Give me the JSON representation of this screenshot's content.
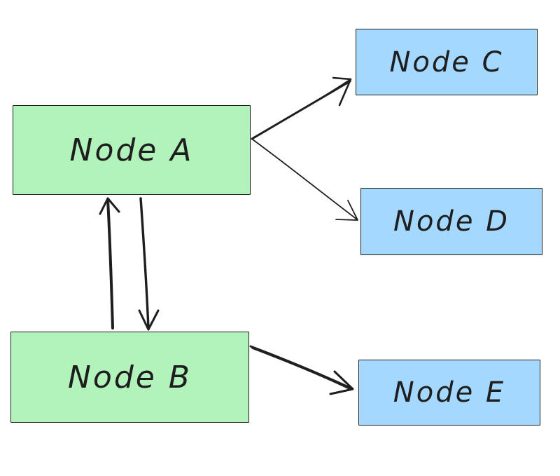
{
  "diagram": {
    "nodes": [
      {
        "id": "a",
        "label": "Node A",
        "fill": "#b2f2bb"
      },
      {
        "id": "b",
        "label": "Node B",
        "fill": "#b2f2bb"
      },
      {
        "id": "c",
        "label": "Node C",
        "fill": "#a5d8ff"
      },
      {
        "id": "d",
        "label": "Node D",
        "fill": "#a5d8ff"
      },
      {
        "id": "e",
        "label": "Node E",
        "fill": "#a5d8ff"
      }
    ],
    "edges": [
      {
        "from": "a",
        "to": "c"
      },
      {
        "from": "a",
        "to": "d"
      },
      {
        "from": "b",
        "to": "a"
      },
      {
        "from": "a",
        "to": "b"
      },
      {
        "from": "b",
        "to": "e"
      }
    ],
    "stroke_color": "#1e1e1e"
  }
}
